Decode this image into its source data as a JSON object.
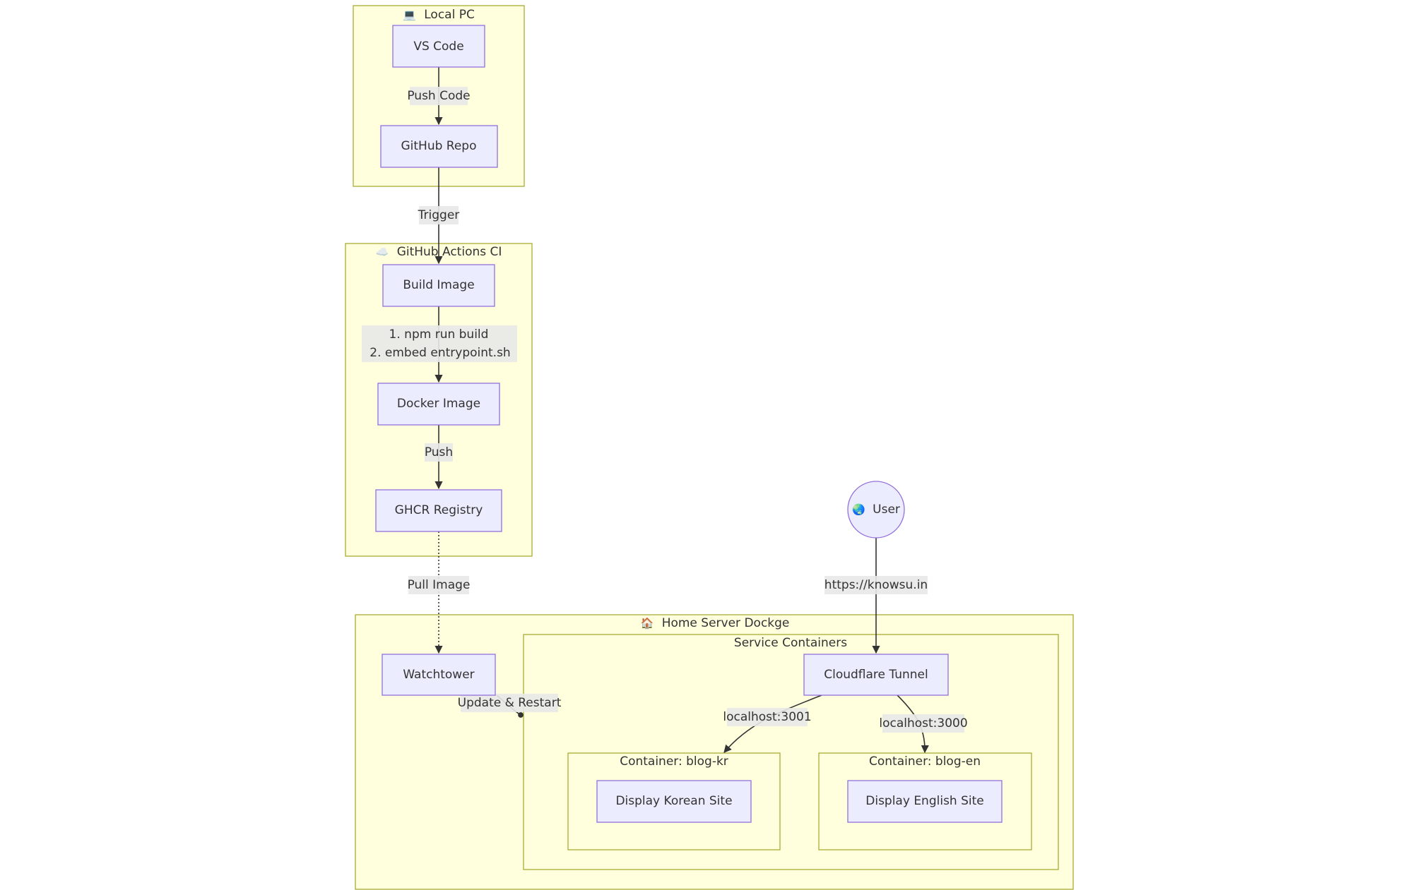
{
  "clusters": {
    "local_pc": {
      "icon": "💻",
      "label": "Local PC"
    },
    "github_ci": {
      "icon": "☁️",
      "label": "GitHub Actions CI"
    },
    "home_server": {
      "icon": "🏠",
      "label": "Home Server Dockge"
    },
    "service_containers": {
      "label": "Service Containers"
    },
    "blog_kr": {
      "label": "Container: blog-kr"
    },
    "blog_en": {
      "label": "Container: blog-en"
    }
  },
  "nodes": {
    "vscode": "VS Code",
    "github_repo": "GitHub Repo",
    "build_image": "Build Image",
    "docker_image": "Docker Image",
    "ghcr_registry": "GHCR Registry",
    "user_icon": "🌏",
    "user": "User",
    "watchtower": "Watchtower",
    "cloudflare_tunnel": "Cloudflare Tunnel",
    "display_korean": "Display Korean Site",
    "display_english": "Display English Site"
  },
  "edges": {
    "push_code": "Push Code",
    "trigger": "Trigger",
    "build_step_1": "1. npm run build",
    "build_step_2": "2. embed entrypoint.sh",
    "push": "Push",
    "pull_image": "Pull Image",
    "https": "https://knowsu.in",
    "update_restart": "Update & Restart",
    "localhost_3001": "localhost:3001",
    "localhost_3000": "localhost:3000"
  },
  "colors": {
    "cluster_fill": "#ffffde",
    "cluster_stroke": "#aaaa33",
    "node_fill": "#ececff",
    "node_stroke": "#9370db",
    "edge": "#333333",
    "edge_label_bg": "#e8e8e8"
  }
}
